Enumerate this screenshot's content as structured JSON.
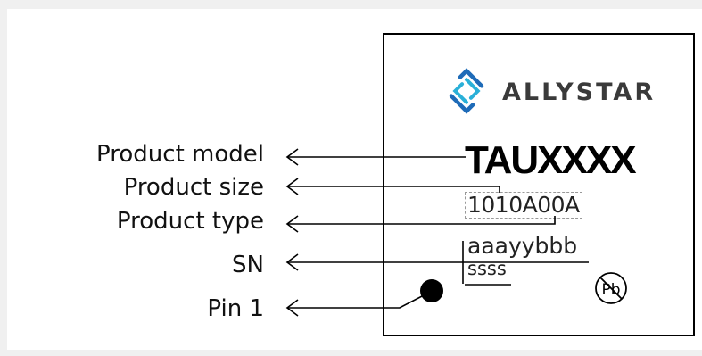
{
  "callouts": {
    "product_model": "Product model",
    "product_size": "Product size",
    "product_type": "Product type",
    "sn": "SN",
    "pin1": "Pin 1"
  },
  "chip": {
    "brand": "ALLYSTAR",
    "model": "TAUXXXX",
    "code": "1010A00A",
    "sn_line1": "aaayybbb",
    "sn_line2": "ssss",
    "pb_mark": "Pb"
  },
  "colors": {
    "logo_blue": "#1e6bb8",
    "logo_cyan": "#2ab0d8",
    "ink": "#000000"
  }
}
